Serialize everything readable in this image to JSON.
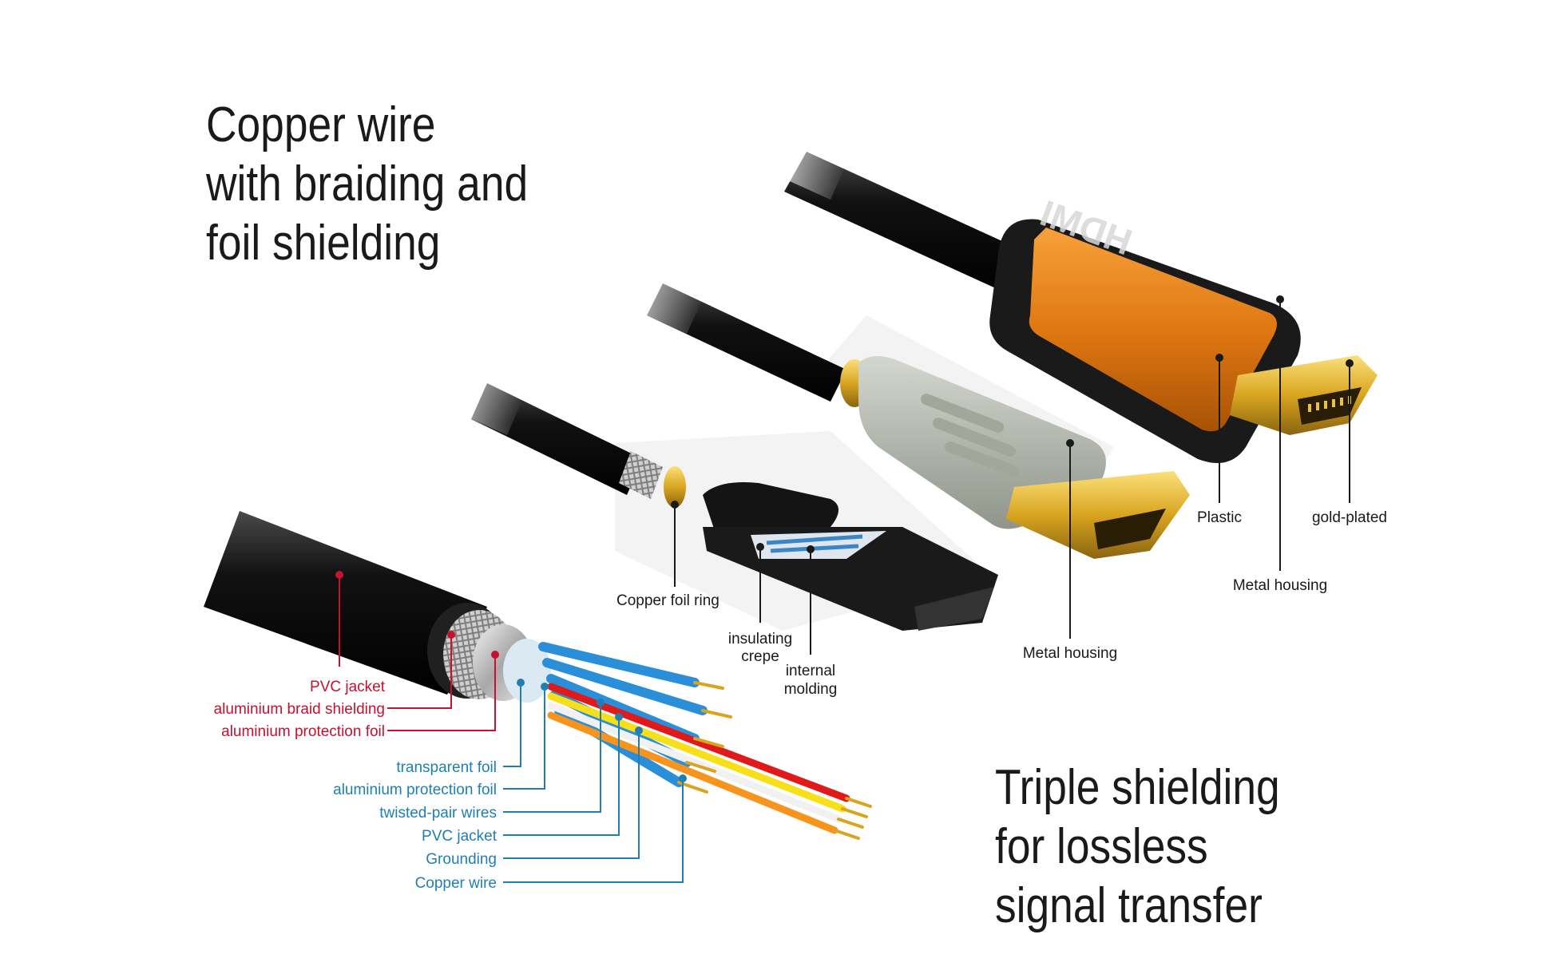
{
  "headline_top": [
    "Copper wire",
    "with braiding and",
    "foil shielding"
  ],
  "headline_bottom": [
    "Triple shielding",
    "for lossless",
    "signal transfer"
  ],
  "logo_text": "HDMI",
  "colors": {
    "outer_labels": "#c41230",
    "inner_labels": "#1f7fb3",
    "dark_labels": "#1a1a1a",
    "housing_orange": "#e07812",
    "gold": "#d9a520"
  },
  "cable_labels_outer": [
    "PVC jacket",
    "aluminium braid shielding",
    "aluminium protection foil"
  ],
  "cable_labels_inner": [
    "transparent foil",
    "aluminium protection foil",
    "twisted-pair wires",
    "PVC jacket",
    "Grounding",
    "Copper wire"
  ],
  "plug_labels": {
    "copper_foil_ring": "Copper foil ring",
    "insulating_crepe": [
      "insulating",
      "crepe"
    ],
    "internal_molding": [
      "internal",
      "molding"
    ],
    "metal_housing_mid": "Metal housing",
    "plastic": "Plastic",
    "gold_plated": "gold-plated",
    "metal_housing_right": "Metal housing"
  }
}
